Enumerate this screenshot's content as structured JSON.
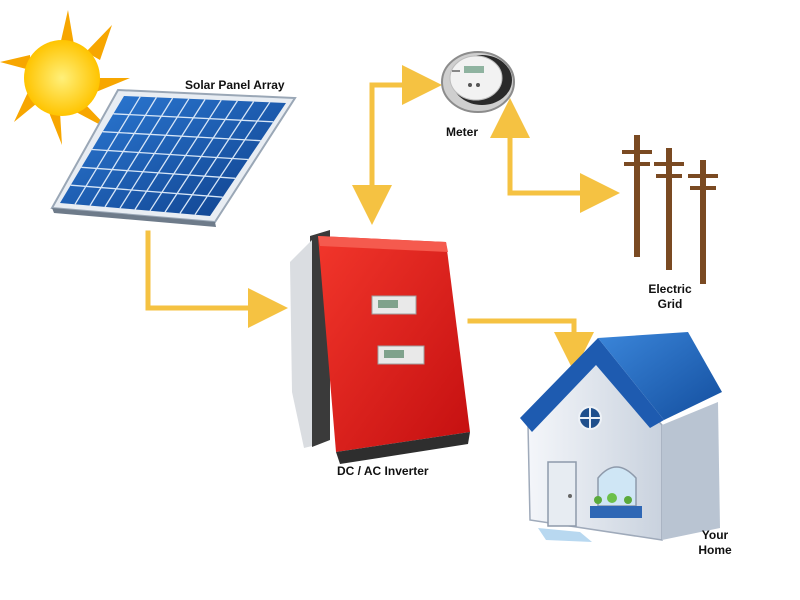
{
  "labels": {
    "solar_panel": "Solar Panel Array",
    "meter": "Meter",
    "electric_grid_line1": "Electric",
    "electric_grid_line2": "Grid",
    "inverter": "DC / AC Inverter",
    "home_line1": "Your",
    "home_line2": "Home"
  },
  "colors": {
    "arrow": "#F5C242",
    "panel_blue": "#1B5FB5",
    "inverter_red": "#E3191A",
    "roof_blue": "#1E62B8",
    "pole_brown": "#7A4A22",
    "sun_yellow": "#FFD21F"
  }
}
